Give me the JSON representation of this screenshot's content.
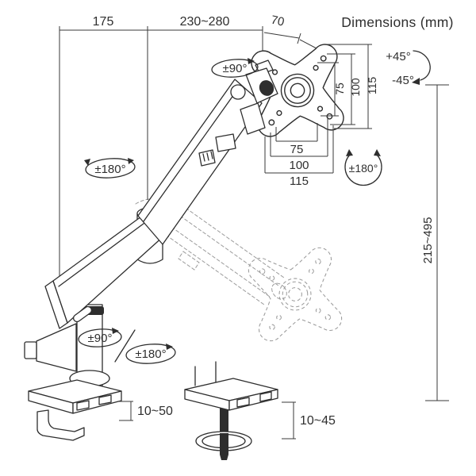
{
  "title": "Dimensions (mm)",
  "dimensions": {
    "base_offset": "175",
    "extension_range": "230~280",
    "head_offset": "70",
    "height_range": "215~495",
    "clamp_thickness_range": "10~50",
    "grommet_thickness_range": "10~45",
    "vesa_right": {
      "inner": "75",
      "middle": "100",
      "outer": "115"
    },
    "vesa_bottom": {
      "inner": "75",
      "middle": "100",
      "outer": "115"
    }
  },
  "rotations": {
    "head_swivel": "±90°",
    "forearm_swivel": "±180°",
    "vesa_rotation": "±180°",
    "base_swivel": "±90°",
    "base_rotation": "±180°",
    "tilt_up": "+45°",
    "tilt_down": "-45°"
  },
  "colors": {
    "line": "#2e2e2e",
    "dimension": "#3a3a3a",
    "ghost": "#9b9b9b",
    "background": "#ffffff"
  }
}
